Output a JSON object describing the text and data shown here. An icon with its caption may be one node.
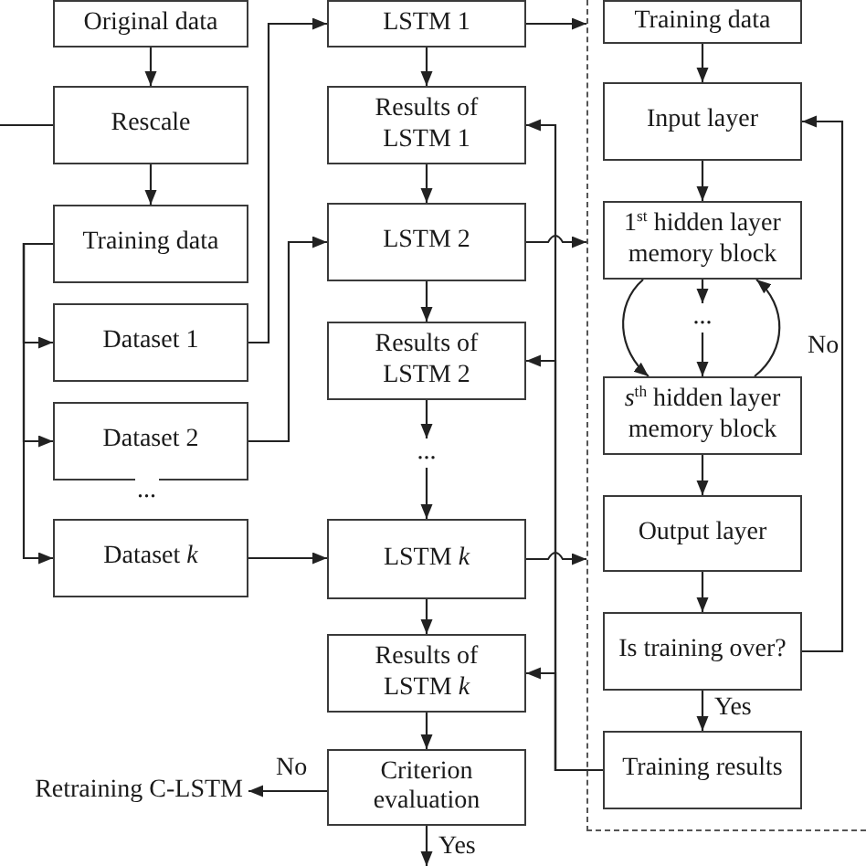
{
  "diagram": {
    "nodes": [
      {
        "text": [
          "Original data"
        ]
      },
      {
        "text": [
          "Rescale"
        ]
      },
      {
        "text": [
          "Training data"
        ]
      },
      {
        "text": [
          "Dataset 1"
        ]
      },
      {
        "text": [
          "Dataset 2"
        ]
      },
      {
        "text": [
          "Dataset *k*"
        ]
      },
      {
        "text": [
          "LSTM 1"
        ]
      },
      {
        "text": [
          "Results of LSTM 1"
        ]
      },
      {
        "text": [
          "LSTM 2"
        ]
      },
      {
        "text": [
          "Results of LSTM 2"
        ]
      },
      {
        "text": [
          "..."
        ]
      },
      {
        "text": [
          "LSTM *k*"
        ]
      },
      {
        "text": [
          "Results of LSTM *k*"
        ]
      },
      {
        "text": [
          "Criterion evaluation"
        ]
      },
      {
        "text": [
          "Retraining C-LSTM"
        ]
      },
      {
        "text": [],
        "shape": "box"
      },
      {
        "text": [
          "Training data"
        ],
        "in": 15
      },
      {
        "text": [
          "Input layer"
        ],
        "in": 15
      },
      {
        "text": [
          "1$^{st}$ hidden layer memory block"
        ],
        "in": 15
      },
      {
        "text": [
          "..."
        ],
        "in": 15
      },
      {
        "text": [
          "*s*$^{th}$ hidden layer memory block"
        ],
        "in": 15
      },
      {
        "text": [
          "Output layer"
        ],
        "in": 15
      },
      {
        "text": [
          "Is training over?"
        ],
        "in": 15
      },
      {
        "text": [
          "Training results"
        ],
        "in": 15
      }
    ],
    "edges": [
      {
        "from": 0,
        "to": 1,
        "arrow": "to"
      },
      {
        "from": 1,
        "to": 2,
        "arrow": "to"
      },
      {
        "from": 1,
        "to": null,
        "arrow": "none"
      },
      {
        "from": 2,
        "to": 3,
        "arrow": "to"
      },
      {
        "from": 2,
        "to": 4,
        "arrow": "to"
      },
      {
        "from": 2,
        "to": 5,
        "arrow": "to"
      },
      {
        "from": 3,
        "to": 6,
        "arrow": "to"
      },
      {
        "from": 4,
        "to": 8,
        "arrow": "to"
      },
      {
        "from": 5,
        "to": 11,
        "arrow": "to"
      },
      {
        "from": 6,
        "to": 7,
        "arrow": "to"
      },
      {
        "from": 7,
        "to": 8,
        "arrow": "to"
      },
      {
        "from": 8,
        "to": 9,
        "arrow": "to"
      },
      {
        "from": 9,
        "to": 10,
        "arrow": "to"
      },
      {
        "from": 10,
        "to": 11,
        "arrow": "to"
      },
      {
        "from": 11,
        "to": 12,
        "arrow": "to"
      },
      {
        "from": 12,
        "to": 13,
        "arrow": "to"
      },
      {
        "from": 13,
        "to": 14,
        "arrow": "to",
        "label": "No"
      },
      {
        "from": 13,
        "to": null,
        "arrow": "to",
        "label": "Yes"
      },
      {
        "from": 6,
        "to": 15,
        "arrow": "to"
      },
      {
        "from": 8,
        "to": 15,
        "arrow": "to"
      },
      {
        "from": 11,
        "to": 15,
        "arrow": "to"
      },
      {
        "from": 23,
        "to": 7,
        "arrow": "to"
      },
      {
        "from": 23,
        "to": 9,
        "arrow": "to"
      },
      {
        "from": 23,
        "to": 12,
        "arrow": "to"
      },
      {
        "from": 16,
        "to": 17,
        "arrow": "to"
      },
      {
        "from": 17,
        "to": 18,
        "arrow": "to"
      },
      {
        "from": 18,
        "to": 19,
        "arrow": "to"
      },
      {
        "from": 19,
        "to": 20,
        "arrow": "to"
      },
      {
        "from": 18,
        "to": 20,
        "arrow": "to"
      },
      {
        "from": 20,
        "to": 18,
        "arrow": "to"
      },
      {
        "from": 20,
        "to": 21,
        "arrow": "to"
      },
      {
        "from": 21,
        "to": 22,
        "arrow": "to"
      },
      {
        "from": 22,
        "to": 23,
        "arrow": "to",
        "label": "Yes"
      },
      {
        "from": 22,
        "to": 17,
        "arrow": "to",
        "label": "No"
      }
    ],
    "labels": [
      "..."
    ]
  }
}
